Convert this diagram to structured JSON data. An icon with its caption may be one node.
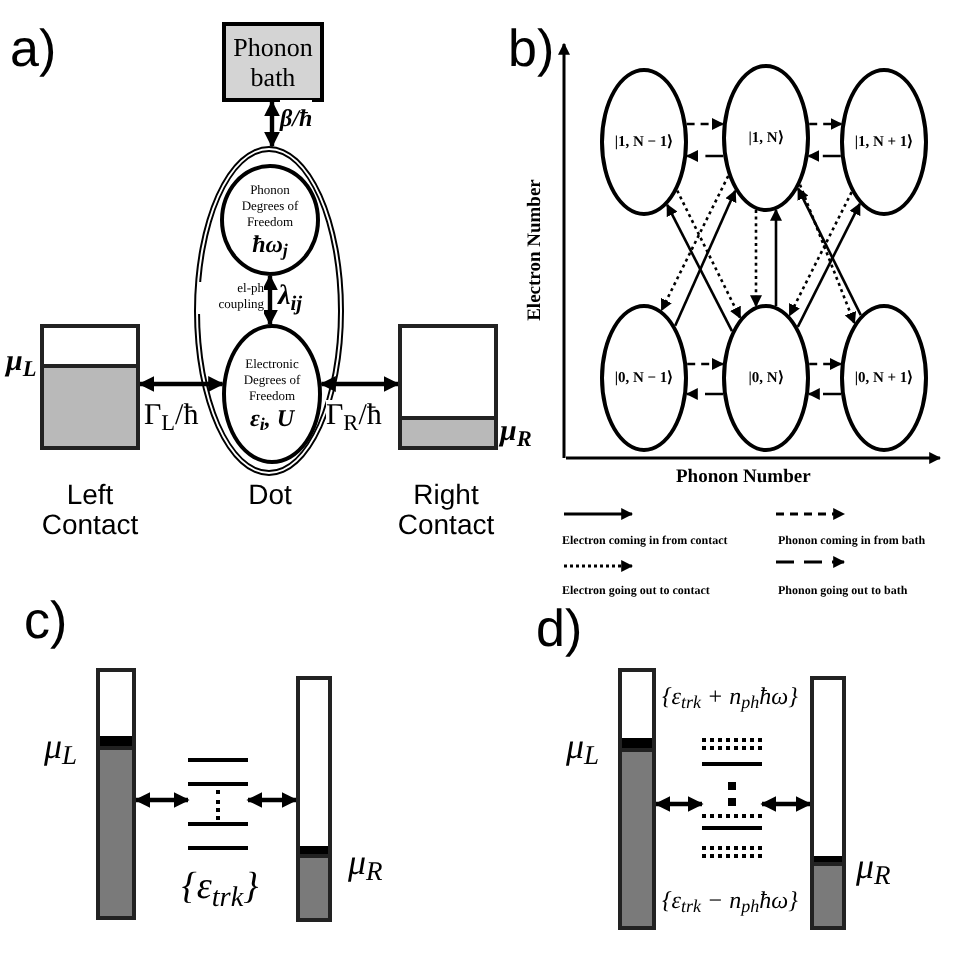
{
  "diagram": {
    "nodes": [
      {
        "text": [
          "Phonon bath"
        ]
      },
      {
        "text": [],
        "shape": "ellipse",
        "beside": [
          "Dot"
        ]
      },
      {
        "text": [
          "Phonon Degrees of Freedom",
          "ħω$_{j}$"
        ],
        "in": 1
      },
      {
        "text": [
          "Electronic Degrees of Freedom",
          "ε$_{i}$, U"
        ],
        "in": 1
      },
      {
        "text": [],
        "shape": "box",
        "beside": [
          "Left Contact"
        ]
      },
      {
        "text": [],
        "shape": "box",
        "beside": [
          "Right Contact"
        ]
      },
      {
        "text": [
          "|1, N − 1⟩"
        ]
      },
      {
        "text": [
          "|1, N⟩"
        ]
      },
      {
        "text": [
          "|1, N + 1⟩"
        ]
      },
      {
        "text": [
          "|0, N − 1⟩"
        ]
      },
      {
        "text": [
          "|0, N⟩"
        ]
      },
      {
        "text": [
          "|0, N + 1⟩"
        ]
      },
      {
        "text": [],
        "shape": "bar"
      },
      {
        "text": [],
        "shape": "levels",
        "beside": [
          "{ε$_{trk}$}"
        ]
      },
      {
        "text": [],
        "shape": "bar"
      },
      {
        "text": [],
        "shape": "bar"
      },
      {
        "text": [],
        "shape": "levels"
      },
      {
        "text": [],
        "shape": "bar"
      }
    ],
    "edges": [
      {
        "from": 0,
        "to": 1,
        "arrow": "both",
        "label": "β/ħ"
      },
      {
        "from": 2,
        "to": 3,
        "arrow": "both",
        "label": "el-ph coupling"
      },
      {
        "from": 4,
        "to": 3,
        "arrow": "both",
        "label": "Γ$_{L}$/ħ"
      },
      {
        "from": 3,
        "to": 5,
        "arrow": "both",
        "label": "Γ$_{R}$/ħ"
      },
      {
        "from": 6,
        "to": 7,
        "arrow": "to",
        "style": "dashed"
      },
      {
        "from": 7,
        "to": 6,
        "arrow": "to",
        "style": "dashed"
      },
      {
        "from": 7,
        "to": 8,
        "arrow": "to",
        "style": "dashed"
      },
      {
        "from": 8,
        "to": 7,
        "arrow": "to",
        "style": "dashed"
      },
      {
        "from": 9,
        "to": 10,
        "arrow": "to",
        "style": "dashed"
      },
      {
        "from": 10,
        "to": 9,
        "arrow": "to",
        "style": "dashed"
      },
      {
        "from": 10,
        "to": 11,
        "arrow": "to",
        "style": "dashed"
      },
      {
        "from": 11,
        "to": 10,
        "arrow": "to",
        "style": "dashed"
      },
      {
        "from": 9,
        "to": 7,
        "arrow": "to"
      },
      {
        "from": 10,
        "to": 6,
        "arrow": "to"
      },
      {
        "from": 10,
        "to": 7,
        "arrow": "to"
      },
      {
        "from": 10,
        "to": 8,
        "arrow": "to"
      },
      {
        "from": 11,
        "to": 7,
        "arrow": "to"
      },
      {
        "from": 6,
        "to": 10,
        "arrow": "to",
        "style": "dashed"
      },
      {
        "from": 7,
        "to": 9,
        "arrow": "to",
        "style": "dashed"
      },
      {
        "from": 7,
        "to": 10,
        "arrow": "to",
        "style": "dashed"
      },
      {
        "from": 7,
        "to": 11,
        "arrow": "to",
        "style": "dashed"
      },
      {
        "from": 8,
        "to": 10,
        "arrow": "to",
        "style": "dashed"
      },
      {
        "from": 12,
        "to": 13,
        "arrow": "both"
      },
      {
        "from": 13,
        "to": 14,
        "arrow": "both"
      },
      {
        "from": 15,
        "to": 16,
        "arrow": "both"
      },
      {
        "from": 16,
        "to": 17,
        "arrow": "both"
      }
    ],
    "labels": [
      "a)",
      "μ$_{L}$",
      "μ$_{R}$",
      "λ$_{ij}$",
      "b)",
      "Electron Number",
      "Phonon Number",
      "c)",
      "μ$_{L}$",
      "μ$_{R}$",
      "d)",
      "μ$_{L}$",
      "μ$_{R}$",
      "{ε$_{trk}$ + n$_{ph}$ħω}",
      "{ε$_{trk}$ − n$_{ph}$ħω}"
    ],
    "legend": [
      {
        "text": "Electron coming in from contact"
      },
      {
        "text": "Phonon coming in from bath"
      },
      {
        "text": "Electron going out to contact"
      },
      {
        "text": "Phonon going out to bath"
      }
    ]
  }
}
